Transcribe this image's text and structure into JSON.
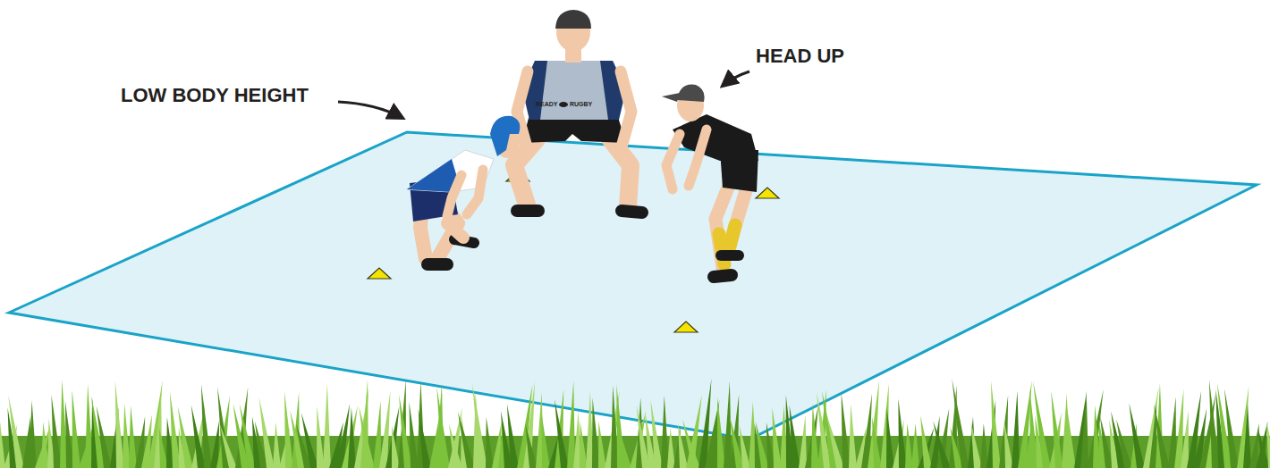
{
  "diagram": {
    "labels": [
      "LOW BODY HEIGHT",
      "HEAD UP",
      "READY",
      "RUGBY"
    ]
  }
}
